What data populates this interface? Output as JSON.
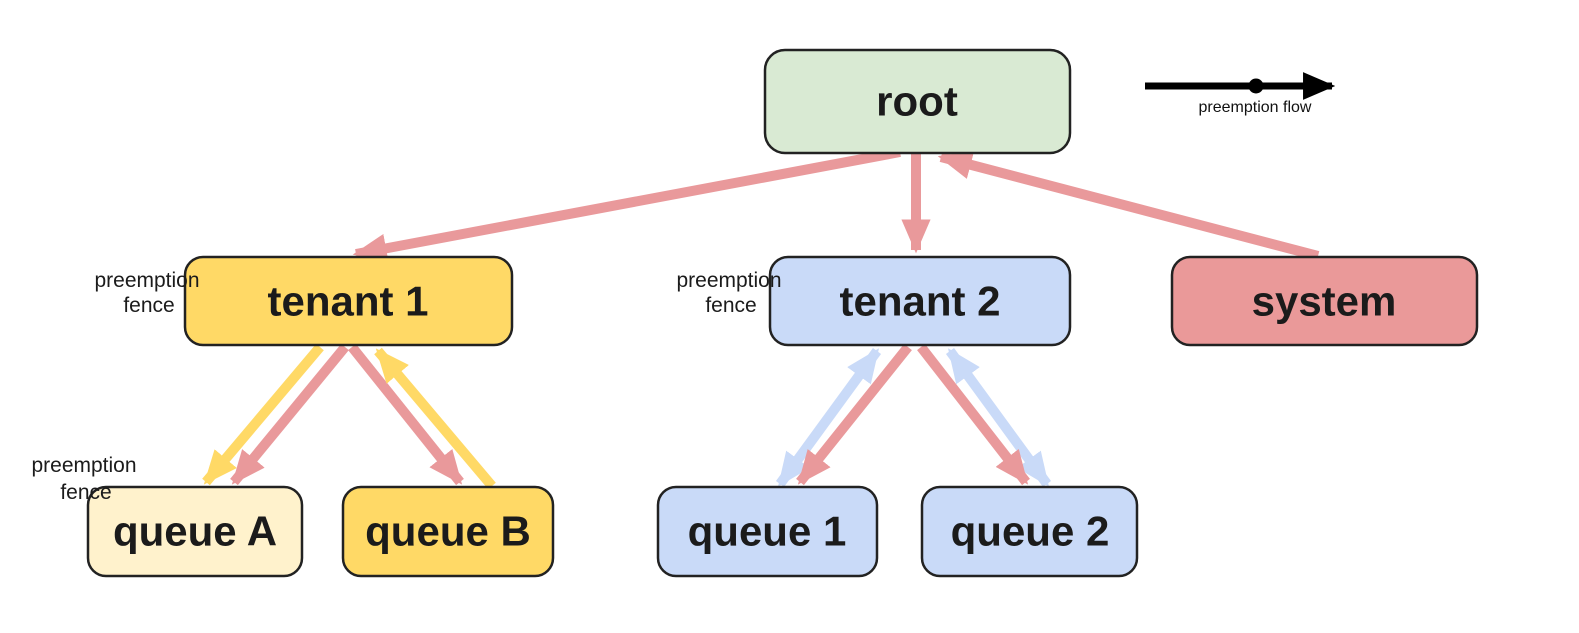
{
  "legend": {
    "label": "preemption flow"
  },
  "nodes": {
    "root": {
      "label": "root",
      "fill": "#D9EAD3"
    },
    "tenant1": {
      "label": "tenant 1",
      "fill": "#FFD966"
    },
    "tenant2": {
      "label": "tenant 2",
      "fill": "#C9DAF8"
    },
    "system": {
      "label": "system",
      "fill": "#EA9999"
    },
    "queue_a": {
      "label": "queue A",
      "fill": "#FFF2CC"
    },
    "queue_b": {
      "label": "queue B",
      "fill": "#FFD966"
    },
    "queue_1": {
      "label": "queue 1",
      "fill": "#C9DAF8"
    },
    "queue_2": {
      "label": "queue 2",
      "fill": "#C9DAF8"
    }
  },
  "fences": [
    {
      "target": "tenant 1",
      "line1": "preemption",
      "line2": "fence"
    },
    {
      "target": "tenant 2",
      "line1": "preemption",
      "line2": "fence"
    },
    {
      "target": "queue A",
      "line1": "preemption",
      "line2": "fence"
    }
  ],
  "colors": {
    "preemption_arrow": "#E9999B",
    "tenant1_arrow": "#FFD966",
    "tenant2_arrow": "#C9DAF8",
    "legend_arrow": "#000000",
    "label_text": "#1b1b1b"
  },
  "edges": [
    {
      "from": "root",
      "to": "tenant 1",
      "kind": "preemption",
      "bidirectional": false
    },
    {
      "from": "root",
      "to": "tenant 2",
      "kind": "preemption",
      "bidirectional": false
    },
    {
      "from": "system",
      "to": "root",
      "kind": "preemption",
      "bidirectional": false
    },
    {
      "from": "tenant 1",
      "to": "queue A",
      "kind": "tenant1-flow",
      "bidirectional": false
    },
    {
      "from": "tenant 1",
      "to": "queue A",
      "kind": "preemption",
      "bidirectional": false
    },
    {
      "from": "tenant 1",
      "to": "queue B",
      "kind": "preemption",
      "bidirectional": false
    },
    {
      "from": "queue B",
      "to": "tenant 1",
      "kind": "tenant1-flow",
      "bidirectional": false
    },
    {
      "from": "tenant 2",
      "to": "queue 1",
      "kind": "preemption",
      "bidirectional": false
    },
    {
      "from": "tenant 2",
      "to": "queue 1",
      "kind": "tenant2-flow",
      "bidirectional": true
    },
    {
      "from": "tenant 2",
      "to": "queue 2",
      "kind": "preemption",
      "bidirectional": false
    },
    {
      "from": "tenant 2",
      "to": "queue 2",
      "kind": "tenant2-flow",
      "bidirectional": true
    }
  ]
}
